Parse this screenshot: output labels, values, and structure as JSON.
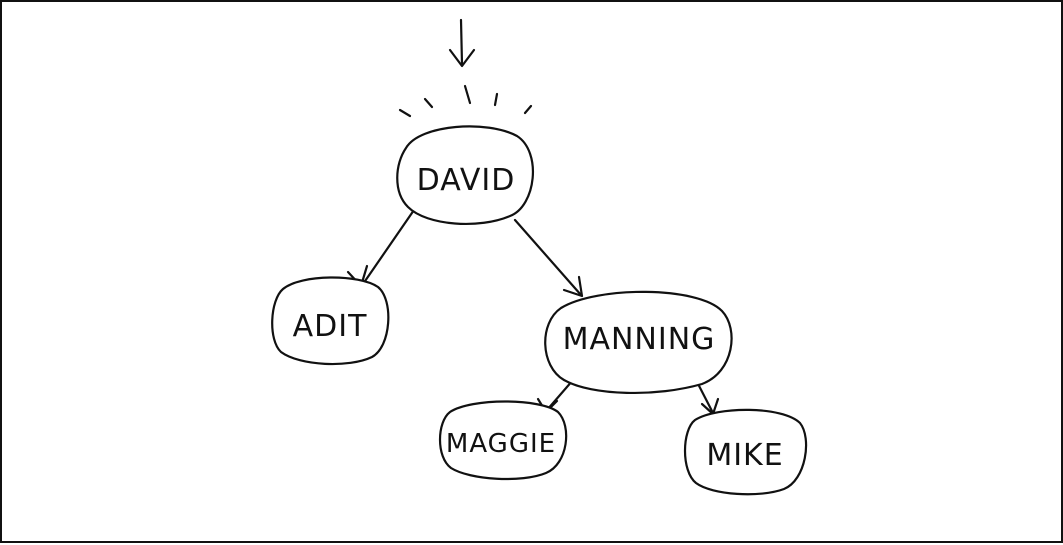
{
  "diagram": {
    "type": "binary-search-tree",
    "stroke_color": "#111111",
    "background_color": "#ffffff",
    "nodes": [
      {
        "id": "david",
        "label": "DAVID",
        "root": true
      },
      {
        "id": "adit",
        "label": "ADIT"
      },
      {
        "id": "manning",
        "label": "MANNING"
      },
      {
        "id": "maggie",
        "label": "MAGGIE"
      },
      {
        "id": "mike",
        "label": "MIKE"
      }
    ],
    "edges": [
      {
        "from": "david",
        "to": "adit"
      },
      {
        "from": "david",
        "to": "manning"
      },
      {
        "from": "manning",
        "to": "maggie"
      },
      {
        "from": "manning",
        "to": "mike"
      }
    ],
    "root_marker": "down-arrow-icon"
  }
}
